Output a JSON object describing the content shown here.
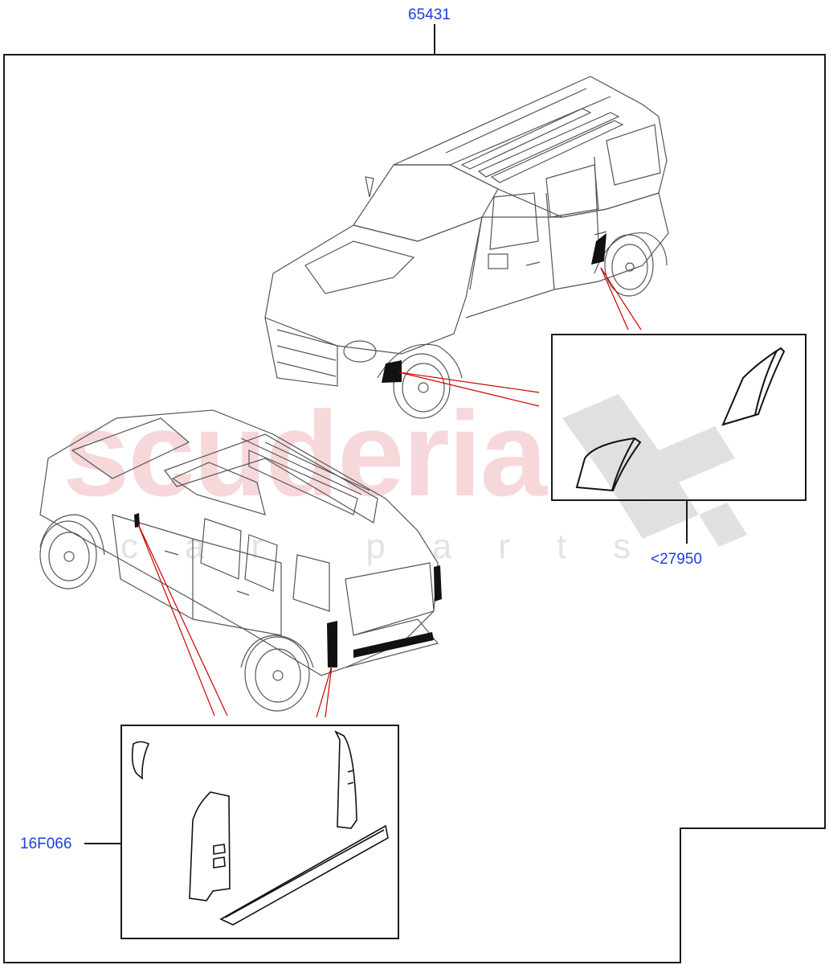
{
  "diagram": {
    "type": "exploded parts illustration",
    "subject": "vehicle exterior decal / trim kit",
    "watermark": {
      "main": "scuderia",
      "sub": "car parts"
    },
    "callouts": [
      {
        "id": "top",
        "text": "65431"
      },
      {
        "id": "wheelarch-panel",
        "text": "<27950"
      },
      {
        "id": "rear-pillar-panel",
        "text": "16F066"
      }
    ],
    "colors": {
      "callout_text": "#1a3fe0",
      "leader_line": "#cc0000",
      "frame": "#1a1a1a",
      "drawing": "#555555",
      "watermark": "#f2b9bd"
    }
  }
}
